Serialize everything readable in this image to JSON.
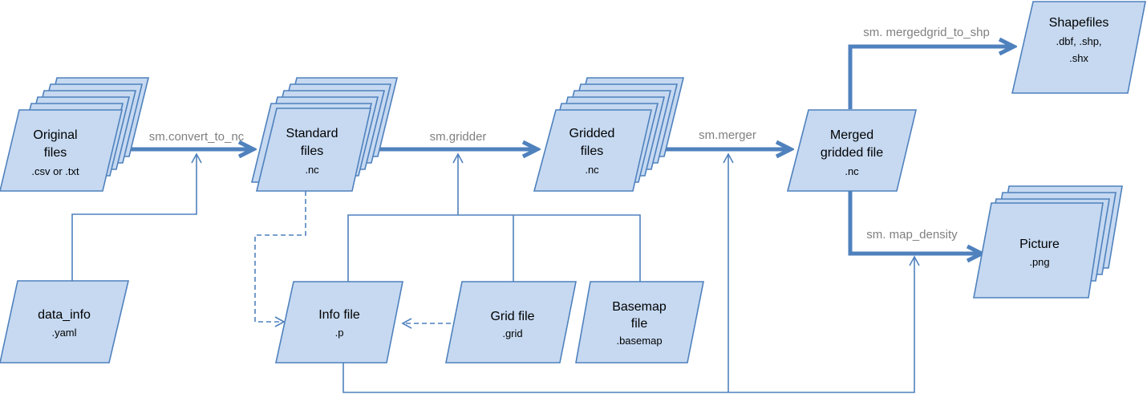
{
  "nodes": {
    "original": {
      "title_lines": [
        "Original",
        "files"
      ],
      "ext": ".csv or .txt"
    },
    "standard": {
      "title_lines": [
        "Standard",
        "files"
      ],
      "ext": ".nc"
    },
    "gridded": {
      "title_lines": [
        "Gridded",
        "files"
      ],
      "ext": ".nc"
    },
    "merged": {
      "title_lines": [
        "Merged",
        "gridded file"
      ],
      "ext": ".nc"
    },
    "shapefiles": {
      "title_lines": [
        "Shapefiles"
      ],
      "ext_lines": [
        ".dbf, .shp,",
        ".shx"
      ]
    },
    "picture": {
      "title_lines": [
        "Picture"
      ],
      "ext": ".png"
    },
    "data_info": {
      "title_lines": [
        "data_info"
      ],
      "ext": ".yaml"
    },
    "info_file": {
      "title_lines": [
        "Info file"
      ],
      "ext": ".p"
    },
    "grid_file": {
      "title_lines": [
        "Grid file"
      ],
      "ext": ".grid"
    },
    "basemap_file": {
      "title_lines": [
        "Basemap",
        "file"
      ],
      "ext": ".basemap"
    }
  },
  "steps": {
    "convert": "sm.convert_to_nc",
    "gridder": "sm.gridder",
    "merger": "sm.merger",
    "to_shp": "sm. mergedgrid_to_shp",
    "density": "sm. map_density"
  },
  "colors": {
    "fill": "#c6d9f1",
    "stroke": "#4f81bd",
    "step_text": "#808080"
  }
}
